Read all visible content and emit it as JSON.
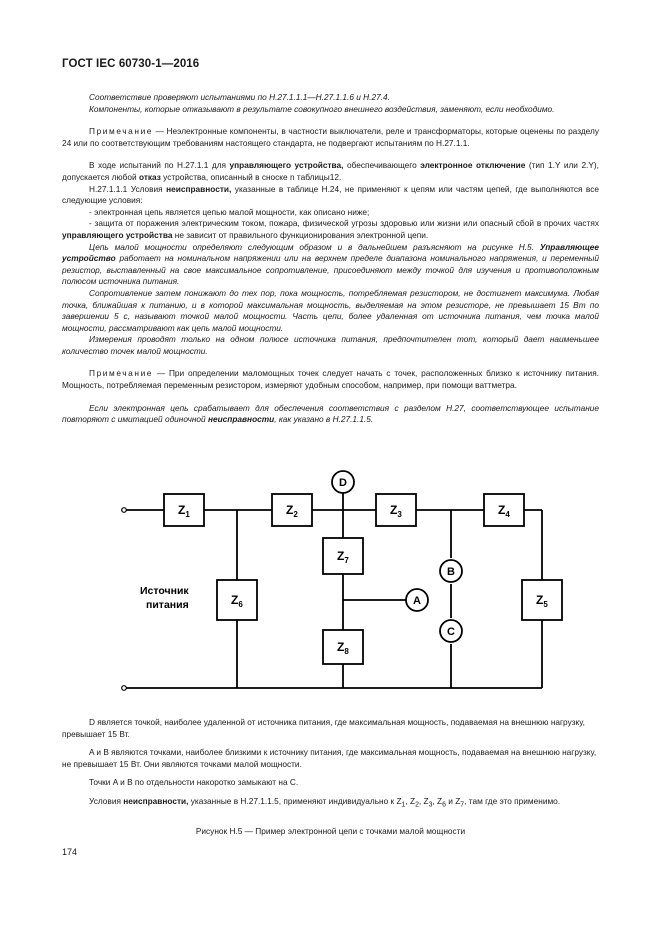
{
  "header": "ГОСТ IEC 60730-1—2016",
  "p1": "Соответствие проверяют испытаниями по H.27.1.1.1—H.27.1.1.6 и H.27.4.",
  "p2": "Компоненты, которые отказывают в результате совокупного внешнего воздействия, заменяют, если необходимо.",
  "note1_label": "Примечание",
  "note1_text": " — Неэлектронные компоненты, в частности выключатели, реле и трансформаторы, которые оценены по разделу 24 или по соответствующим требованиям настоящего стандарта, не подвергают испытаниям по H.27.1.1.",
  "p3_a": "В ходе испытаний по H.27.1.1 для ",
  "p3_b": "управляющего устройства,",
  "p3_c": " обеспечивающего ",
  "p3_d": "электронное отключение",
  "p3_e": " (тип 1.Y или 2.Y), допускается любой ",
  "p3_f": "отказ",
  "p3_g": " устройства, описанный в сноске n таблицы12.",
  "p4_a": "H.27.1.1.1 Условия ",
  "p4_b": "неисправности,",
  "p4_c": " указанные в таблице H.24, не применяют к цепям или частям цепей, где выполняются все следующие условия:",
  "li1": "- электронная цепь является цепью малой мощности, как описано ниже;",
  "li2_a": "- защита от поражения электрическим током, пожара, физической угрозы здоровью или жизни или опасный сбой в прочих частях ",
  "li2_b": "управляющего устройства",
  "li2_c": " не зависит от правильного функционирования электронной цепи.",
  "p5_a": "Цепь малой мощности определяют следующим образом и в дальнейшем разъясняют на рисунке H.5. ",
  "p5_b": "Управляющее устройство",
  "p5_c": " работает на номинальном напряжении или на верхнем пределе диапазона номинального напряжения, и переменный резистор, выставленный на свое максимальное сопротивление, присоединяют между точкой для изучения и противоположным полюсом источника питания.",
  "p6": "Сопротивление затем понижают до тех пор, пока мощность, потребляемая резистором, не достигнет максимума. Любая точка, ближайшая к питанию, и в которой максимальная мощность, выделяемая на этом резисторе, не превышает 15 Вт по завершении 5 с, называют точкой малой мощности. Часть цепи, более удаленная от источника питания, чем точка малой мощности, рассматривают как цепь малой мощности.",
  "p7": "Измерения проводят только на одном полюсе источника питания, предпочтителен тот, который дает наименьшее количество точек малой мощности.",
  "note2_label": "Примечание",
  "note2_text": " — При определении маломощных точек следует начать с точек, расположенных близко к источнику питания. Мощность, потребляемая переменным резистором, измеряют удобным способом, например, при помощи ваттметра.",
  "p8_a": "Если электронная цепь срабатывает для обеспечения соответствия с разделом H.27, соответствующее испытание повторяют с имитацией одиночной ",
  "p8_b": "неисправности",
  "p8_c": ", как указано в H.27.1.1.5.",
  "diagram": {
    "source_label_1": "Источник",
    "source_label_2": "питания",
    "z1": "Z",
    "z1_sub": "1",
    "z2": "Z",
    "z2_sub": "2",
    "z3": "Z",
    "z3_sub": "3",
    "z4": "Z",
    "z4_sub": "4",
    "z5": "Z",
    "z5_sub": "5",
    "z6": "Z",
    "z6_sub": "6",
    "z7": "Z",
    "z7_sub": "7",
    "z8": "Z",
    "z8_sub": "8",
    "point_a": "A",
    "point_b": "B",
    "point_c": "C",
    "point_d": "D"
  },
  "n1": "D является точкой, наиболее удаленной от источника питания, где максимальная мощность, подаваемая на внешнюю нагрузку, превышает 15 Вт.",
  "n2": "A и B являются точками, наиболее близкими к источнику питания, где максимальная мощность, подаваемая на внешнюю нагрузку, не превышает 15 Вт. Они являются точками малой мощности.",
  "n3": "Точки A и B по отдельности накоротко замыкают на C.",
  "n4_a": "Условия ",
  "n4_b": "неисправности,",
  "n4_c": " указанные в H.27.1.1.5, применяют индивидуально к Z",
  "n4_s1": "1",
  "n4_d": ", Z",
  "n4_s2": "2",
  "n4_e": ", Z",
  "n4_s3": "3",
  "n4_f": ", Z",
  "n4_s6": "6",
  "n4_g": " и Z",
  "n4_s7": "7",
  "n4_h": ", там где это применимо.",
  "caption": "Рисунок H.5 — Пример электронной цепи с точками малой мощности",
  "page_number": "174"
}
